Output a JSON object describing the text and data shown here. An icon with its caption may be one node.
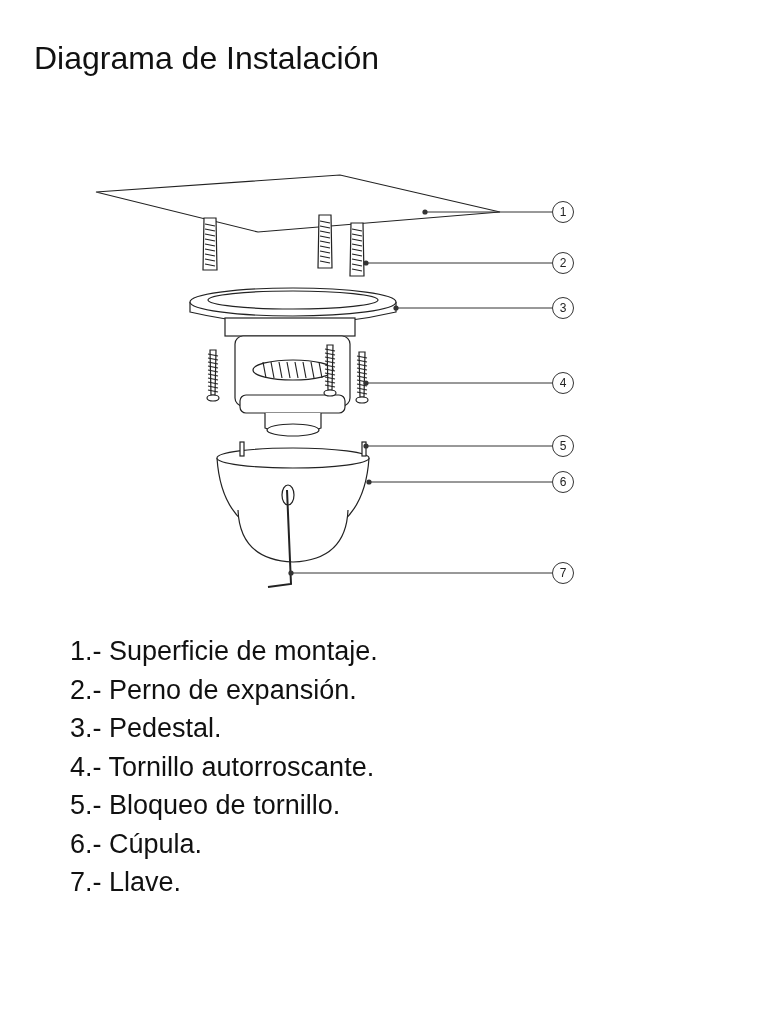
{
  "diagram": {
    "title": "Diagrama de Instalación",
    "nodes": [
      {
        "text": [
          "1"
        ]
      },
      {
        "text": [
          "2"
        ]
      },
      {
        "text": [
          "3"
        ]
      },
      {
        "text": [
          "4"
        ]
      },
      {
        "text": [
          "5"
        ]
      },
      {
        "text": [
          "6"
        ]
      },
      {
        "text": [
          "7"
        ]
      }
    ],
    "edges": [
      {
        "from": 0,
        "to": null,
        "arrow": "other"
      },
      {
        "from": 1,
        "to": null,
        "arrow": "other"
      },
      {
        "from": 2,
        "to": null,
        "arrow": "other"
      },
      {
        "from": 3,
        "to": null,
        "arrow": "other"
      },
      {
        "from": 4,
        "to": null,
        "arrow": "other"
      },
      {
        "from": 5,
        "to": null,
        "arrow": "other"
      },
      {
        "from": 6,
        "to": null,
        "arrow": "other"
      }
    ],
    "labels": [
      "1.- Superficie de montaje.",
      "2.- Perno de expansión.",
      "3.- Pedestal.",
      "4.- Tornillo autorroscante.",
      "5.- Bloqueo de tornillo.",
      "6.- Cúpula.",
      "7.- Llave."
    ]
  }
}
